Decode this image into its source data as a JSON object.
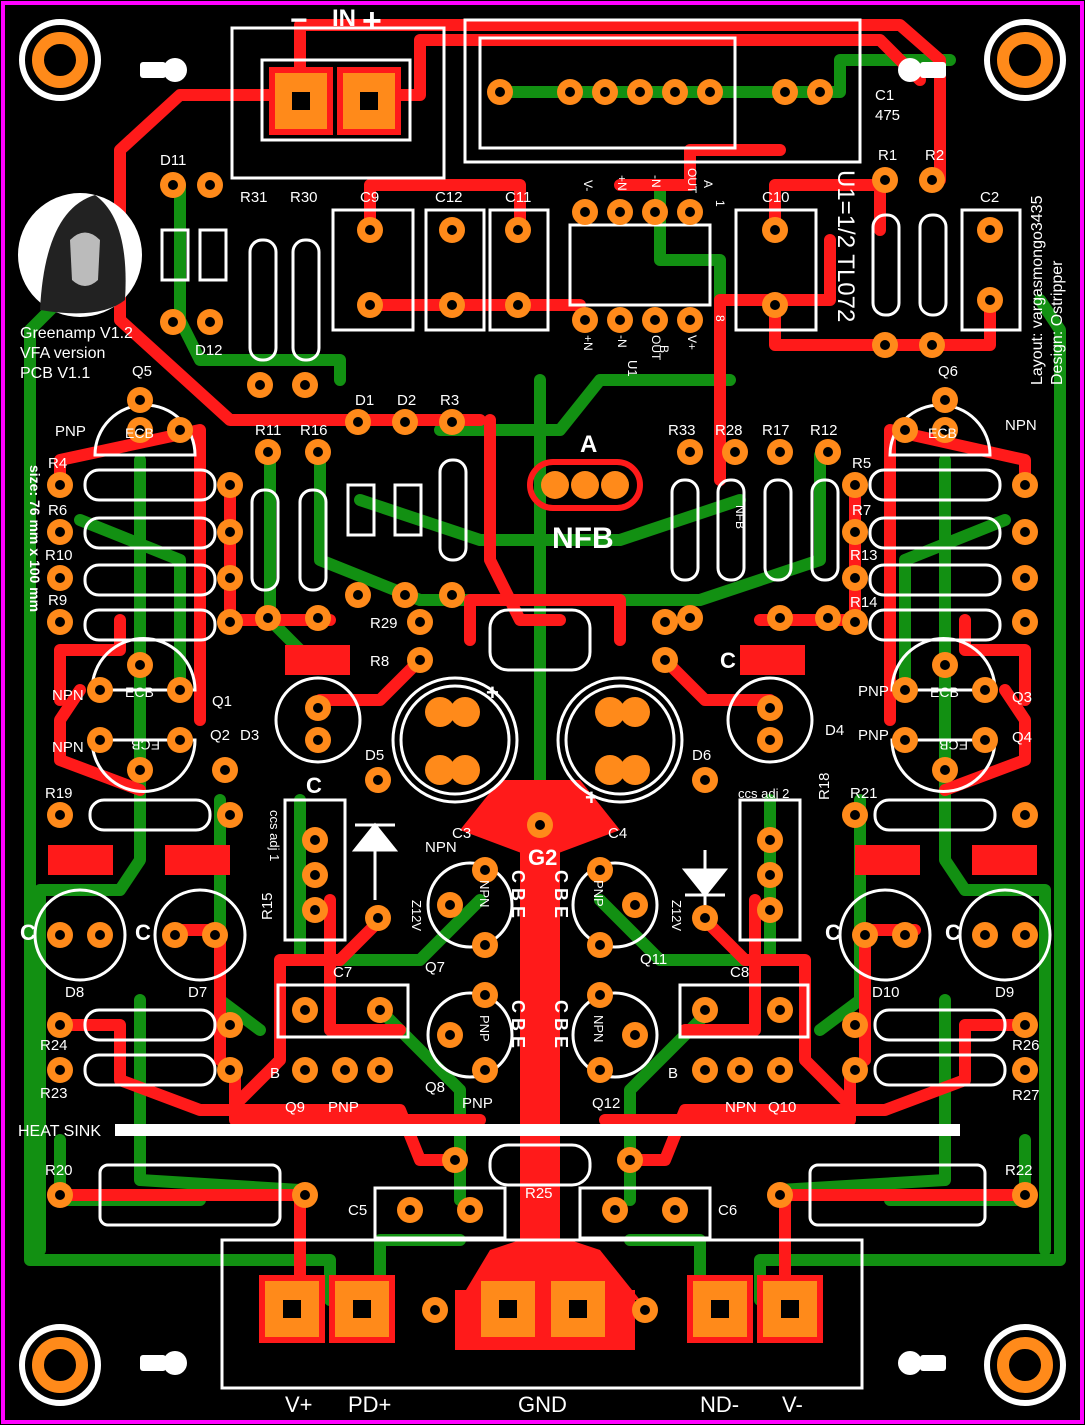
{
  "board": {
    "input_label": "IN",
    "input_minus": "−",
    "input_plus": "+",
    "version_lines": [
      "Greenamp V1.2",
      "VFA version",
      "PCB V1.1"
    ],
    "size_label": "size: 76 mm x 100 mm",
    "layout_credit": "Layout: vargasmongo3435",
    "design_credit": "Design: Ostripper",
    "opamp_note": "U1=1/2 TL072",
    "opamp_ref": "U1",
    "nfb_pad": "A",
    "nfb_label": "NFB",
    "nfb_small": "NFB",
    "heat_sink": "HEAT SINK",
    "ground_node": "G2",
    "output_labels": [
      "V+",
      "PD+",
      "GND",
      "ND-",
      "V-"
    ],
    "colors": {
      "copper_top": "#ff1a1a",
      "copper_bottom": "#129012",
      "pad": "#ff8a1a",
      "outline": "#ff00ff",
      "silk": "#ffffff"
    }
  },
  "components": {
    "C1": "C1",
    "C1_value": "475",
    "R1": "R1",
    "R2": "R2",
    "C2": "C2",
    "D11": "D11",
    "D12": "D12",
    "R31": "R31",
    "R30": "R30",
    "C9": "C9",
    "C12": "C12",
    "C11": "C11",
    "C10": "C10",
    "Q5": "Q5",
    "Q6": "Q6",
    "Q5_type": "PNP",
    "Q6_type": "NPN",
    "ecb": "ECB",
    "R11": "R11",
    "R16": "R16",
    "D1": "D1",
    "D2": "D2",
    "R3": "R3",
    "R33": "R33",
    "R28": "R28",
    "R17": "R17",
    "R12": "R12",
    "R4": "R4",
    "R6": "R6",
    "R10": "R10",
    "R9": "R9",
    "R5": "R5",
    "R7": "R7",
    "R13": "R13",
    "R14": "R14",
    "R29": "R29",
    "R8": "R8",
    "Q1": "Q1",
    "Q2": "Q2",
    "Q3": "Q3",
    "Q4": "Q4",
    "npn": "NPN",
    "pnp": "PNP",
    "D3": "D3",
    "D4": "D4",
    "D5": "D5",
    "D6": "D6",
    "C3": "C3",
    "C4": "C4",
    "plus": "+",
    "R19": "R19",
    "R21": "R21",
    "C": "C",
    "ccs1": "ccs adj 1",
    "ccs2": "ccs adj 2",
    "R15": "R15",
    "R18": "R18",
    "Z12V": "Z12V",
    "Q7": "Q7",
    "Q8": "Q8",
    "Q11": "Q11",
    "Q12": "Q12",
    "CBE": "C B E",
    "D8": "D8",
    "D7": "D7",
    "D10": "D10",
    "D9": "D9",
    "C7": "C7",
    "C8": "C8",
    "R24": "R24",
    "R23": "R23",
    "R26": "R26",
    "R27": "R27",
    "Q9": "Q9",
    "Q10": "Q10",
    "B": "B",
    "R20": "R20",
    "R22": "R22",
    "R25": "R25",
    "C5": "C5",
    "C6": "C6",
    "pin_top": [
      "V-",
      "+N",
      "-N",
      "OUT"
    ],
    "pin_top_extra": [
      "A",
      "1"
    ],
    "pin_bottom": [
      "+N",
      "-N",
      "OUT",
      "V+"
    ],
    "pin_bottom_extra": [
      "B",
      "U1",
      "8"
    ]
  }
}
